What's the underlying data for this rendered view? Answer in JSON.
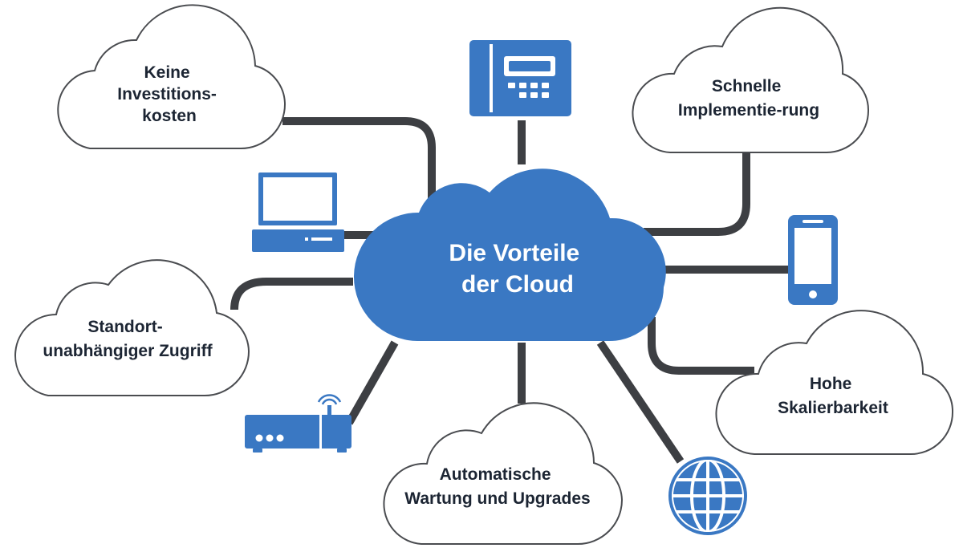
{
  "center": {
    "line1": "Die Vorteile",
    "line2": "der Cloud"
  },
  "benefits": [
    {
      "id": "no-investment",
      "lines": [
        "Keine",
        "Investitions-",
        "kosten"
      ]
    },
    {
      "id": "fast-implementation",
      "lines": [
        "Schnelle",
        "Implementie-rung"
      ]
    },
    {
      "id": "location-independent",
      "lines": [
        "Standort-",
        "unabhängiger Zugriff"
      ]
    },
    {
      "id": "scalability",
      "lines": [
        "Hohe",
        "Skalierbarkeit"
      ]
    },
    {
      "id": "automatic-maintenance",
      "lines": [
        "Automatische",
        "Wartung und Upgrades"
      ]
    }
  ],
  "devices": [
    {
      "id": "desk-phone",
      "icon": "desk-phone-icon"
    },
    {
      "id": "laptop",
      "icon": "laptop-icon"
    },
    {
      "id": "smartphone",
      "icon": "smartphone-icon"
    },
    {
      "id": "router",
      "icon": "wifi-router-icon"
    },
    {
      "id": "globe",
      "icon": "globe-icon"
    }
  ],
  "colors": {
    "accent": "#3a78c3",
    "connector": "#3d3f43",
    "text": "#1c2533",
    "cloud_outline": "#4a4c50"
  }
}
